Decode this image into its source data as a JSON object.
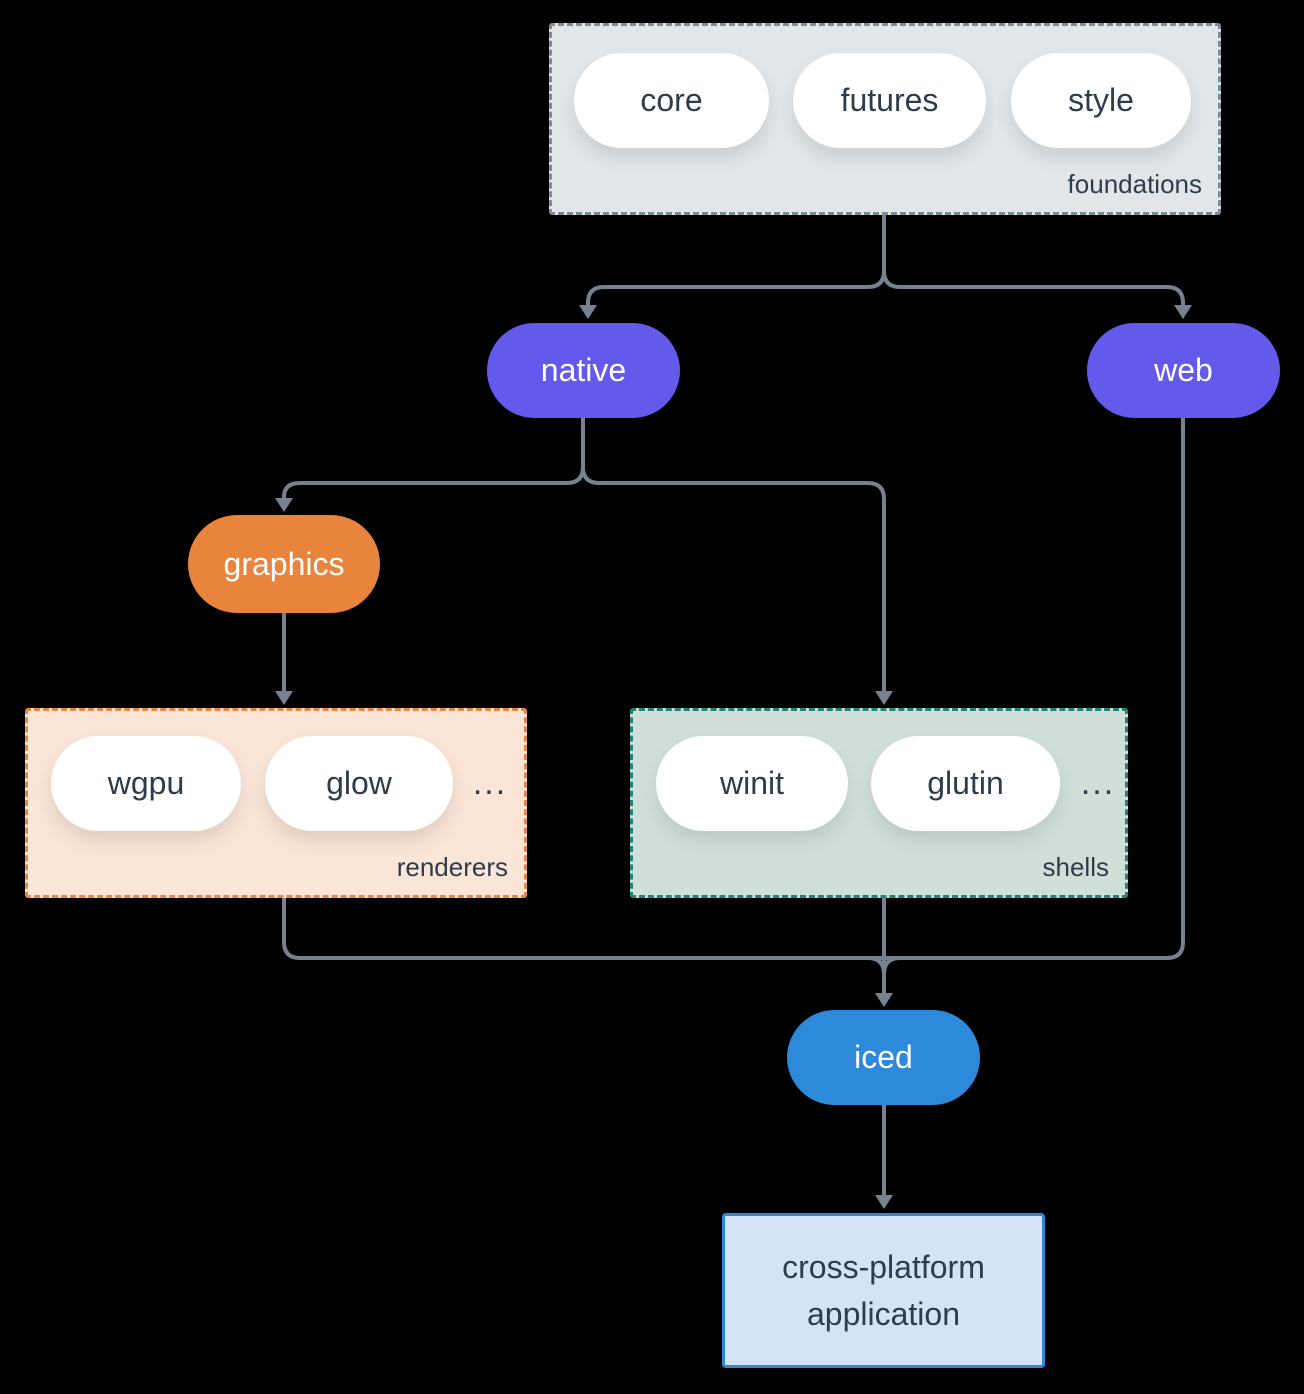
{
  "colors": {
    "background": "#000000",
    "arrow": "#76828F",
    "dark_text": "#2F3C4B",
    "purple_node": "#635AEC",
    "orange_node": "#E8843C",
    "blue_node": "#2D89DA",
    "foundations_fill": "#E2E6E9",
    "foundations_border": "#7E8C9A",
    "renderers_fill": "#FAE5D6",
    "renderers_border": "#E8873F",
    "shells_fill": "#D0E0D9",
    "shells_border": "#1F8575",
    "application_fill": "#D4E4F7",
    "application_border": "#2D89DA"
  },
  "groups": {
    "foundations": {
      "label": "foundations",
      "items": [
        "core",
        "futures",
        "style"
      ]
    },
    "renderers": {
      "label": "renderers",
      "items": [
        "wgpu",
        "glow"
      ],
      "ellipsis": "..."
    },
    "shells": {
      "label": "shells",
      "items": [
        "winit",
        "glutin"
      ],
      "ellipsis": "..."
    }
  },
  "nodes": {
    "native": {
      "label": "native"
    },
    "web": {
      "label": "web"
    },
    "graphics": {
      "label": "graphics"
    },
    "iced": {
      "label": "iced"
    },
    "application": {
      "line1": "cross-platform",
      "line2": "application"
    }
  }
}
